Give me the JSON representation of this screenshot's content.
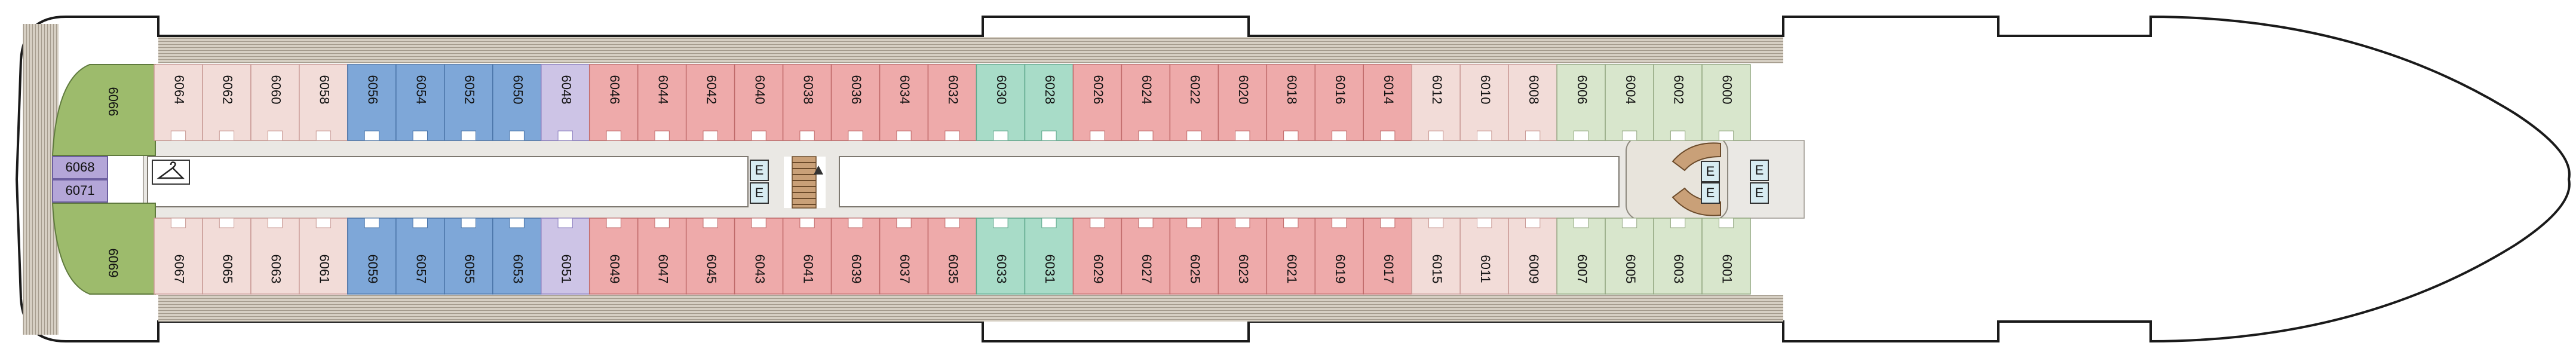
{
  "deck": {
    "top_cabins": [
      "6064",
      "6062",
      "6060",
      "6058",
      "6056",
      "6054",
      "6052",
      "6050",
      "6048",
      "6046",
      "6044",
      "6042",
      "6040",
      "6038",
      "6036",
      "6034",
      "6032",
      "6030",
      "6028",
      "6026",
      "6024",
      "6022",
      "6020",
      "6018",
      "6016",
      "6014",
      "6012",
      "6010",
      "6008",
      "6006",
      "6004",
      "6002",
      "6000"
    ],
    "bottom_cabins": [
      "6067",
      "6065",
      "6063",
      "6061",
      "6059",
      "6057",
      "6055",
      "6053",
      "6051",
      "6049",
      "6047",
      "6045",
      "6043",
      "6041",
      "6039",
      "6037",
      "6035",
      "6033",
      "6031",
      "6029",
      "6027",
      "6025",
      "6023",
      "6021",
      "6019",
      "6017",
      "6015",
      "6011",
      "6009",
      "6007",
      "6005",
      "6003",
      "6001"
    ],
    "top_categories": [
      "pink",
      "pink",
      "pink",
      "pink",
      "blue",
      "blue",
      "blue",
      "blue",
      "lilac",
      "red",
      "red",
      "red",
      "red",
      "red",
      "red",
      "red",
      "red",
      "teal",
      "teal",
      "red",
      "red",
      "red",
      "red",
      "red",
      "red",
      "red",
      "pink",
      "pink",
      "pink",
      "green",
      "green",
      "green",
      "green"
    ],
    "bottom_categories": [
      "pink",
      "pink",
      "pink",
      "pink",
      "blue",
      "blue",
      "blue",
      "blue",
      "lilac",
      "red",
      "red",
      "red",
      "red",
      "red",
      "red",
      "red",
      "red",
      "teal",
      "teal",
      "red",
      "red",
      "red",
      "red",
      "red",
      "red",
      "red",
      "pink",
      "pink",
      "pink",
      "green",
      "green",
      "green",
      "green"
    ],
    "aft_suites": {
      "top": "6066",
      "bottom": "6069"
    },
    "aft_small_cabins": [
      "6068",
      "6071"
    ],
    "elevator_label": "E",
    "icons": [
      "hanger-icon",
      "stairs-icon",
      "elevator-icon"
    ],
    "colors": {
      "pink": "#f2dcd8",
      "red": "#eeaaaa",
      "blue": "#7ea7d8",
      "lilac": "#cdc4e6",
      "teal": "#a8dcc8",
      "green": "#d8e6cc",
      "aft_green": "#9dbb6c",
      "aft_purple": "#b4a6d8",
      "deck_wood": "#cfc8bc"
    }
  }
}
